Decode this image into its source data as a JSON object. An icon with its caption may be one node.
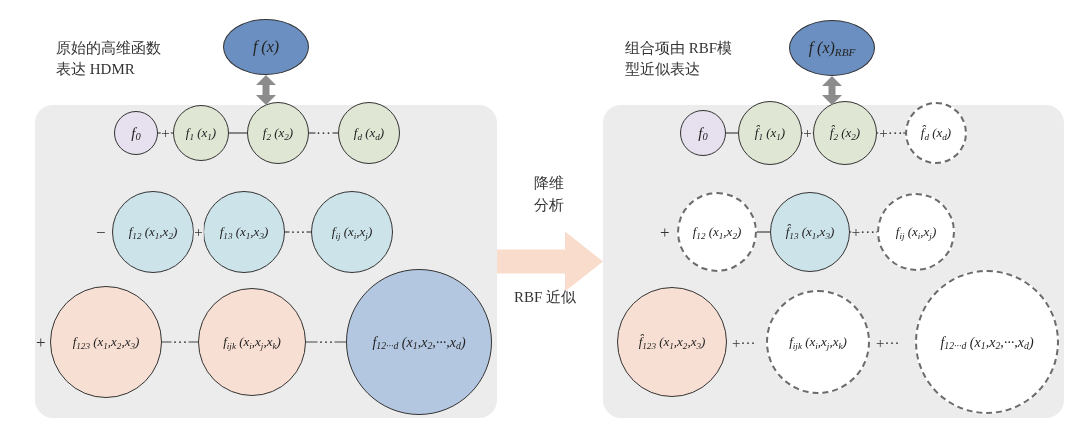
{
  "diagram": {
    "nodes": [
      {
        "text": [],
        "shape": "box"
      },
      {
        "text": [
          "f (x)"
        ]
      },
      {
        "text": [
          "f$_{0}$"
        ],
        "in": 0
      },
      {
        "text": [
          "f$_{1}$ (x$_{1}$)"
        ],
        "in": 0
      },
      {
        "text": [
          "f$_{2}$ (x$_{2}$)"
        ],
        "in": 0
      },
      {
        "text": [
          "f$_{d}$ (x$_{d}$)"
        ],
        "in": 0
      },
      {
        "text": [
          "f$_{12}$ (x$_{1}$,x$_{2}$)"
        ],
        "in": 0
      },
      {
        "text": [
          "f$_{13}$ (x$_{1}$,x$_{3}$)"
        ],
        "in": 0
      },
      {
        "text": [
          "f$_{ij}$ (x$_{i}$,x$_{j}$)"
        ],
        "in": 0
      },
      {
        "text": [
          "f$_{123}$ (x$_{1}$,x$_{2}$,x$_{3}$)"
        ],
        "in": 0
      },
      {
        "text": [
          "f$_{ijk}$ (x$_{i}$,x$_{j}$,x$_{k}$)"
        ],
        "in": 0
      },
      {
        "text": [
          "f$_{12···d}$ (x$_{1}$,x$_{2}$,···,x$_{d}$)"
        ],
        "in": 0
      },
      {
        "text": [],
        "shape": "box"
      },
      {
        "text": [
          "f (x)$_{RBF}$"
        ]
      },
      {
        "text": [
          "f$_{0}$"
        ],
        "in": 12
      },
      {
        "text": [
          "f̂$_{1}$ (x$_{1}$)"
        ],
        "in": 12
      },
      {
        "text": [
          "f̂$_{2}$ (x$_{2}$)"
        ],
        "in": 12
      },
      {
        "text": [
          "f̂$_{d}$ (x$_{d}$)"
        ],
        "in": 12
      },
      {
        "text": [
          "f$_{12}$ (x$_{1}$,x$_{2}$)"
        ],
        "in": 12
      },
      {
        "text": [
          "f̂$_{13}$ (x$_{1}$,x$_{3}$)"
        ],
        "in": 12
      },
      {
        "text": [
          "f$_{ij}$ (x$_{i}$,x$_{j}$)"
        ],
        "in": 12
      },
      {
        "text": [
          "f̂$_{123}$ (x$_{1}$,x$_{2}$,x$_{3}$)"
        ],
        "in": 12
      },
      {
        "text": [
          "f$_{ijk}$ (x$_{i}$,x$_{j}$,x$_{k}$)"
        ],
        "in": 12
      },
      {
        "text": [
          "f$_{12···d}$ (x$_{1}$,x$_{2}$,···,x$_{d}$)"
        ],
        "in": 12
      }
    ],
    "edges": [
      {
        "from": 1,
        "to": 0,
        "arrow": "both",
        "style": "thick",
        "color": "#8c8c8c"
      },
      {
        "from": 2,
        "to": 3,
        "arrow": "none",
        "label": "+"
      },
      {
        "from": 3,
        "to": 4,
        "arrow": "none"
      },
      {
        "from": 4,
        "to": 5,
        "arrow": "none",
        "label": "···"
      },
      {
        "from": 6,
        "to": 7,
        "arrow": "none",
        "label": "+"
      },
      {
        "from": 7,
        "to": 8,
        "arrow": "none",
        "label": "···"
      },
      {
        "from": 9,
        "to": 10,
        "arrow": "none",
        "label": "···"
      },
      {
        "from": 10,
        "to": 11,
        "arrow": "none",
        "label": "···"
      },
      {
        "from": 0,
        "to": 12,
        "arrow": "to",
        "style": "thick",
        "color": "#f9dccb"
      },
      {
        "from": 13,
        "to": 12,
        "arrow": "both",
        "style": "thick",
        "color": "#8c8c8c"
      },
      {
        "from": 14,
        "to": 15,
        "arrow": "none"
      },
      {
        "from": 15,
        "to": 16,
        "arrow": "none",
        "label": "+"
      },
      {
        "from": 16,
        "to": 17,
        "arrow": "none",
        "label": "+···"
      },
      {
        "from": 18,
        "to": 19,
        "arrow": "none"
      },
      {
        "from": 19,
        "to": 20,
        "arrow": "none",
        "label": "+···"
      }
    ],
    "labels": [
      "原始的高维函数表达 HDMR",
      "组合项由 RBF模型近似表达",
      "−",
      "降维分析",
      "+",
      "+",
      "RBF 近似",
      "+···",
      "+···"
    ]
  }
}
